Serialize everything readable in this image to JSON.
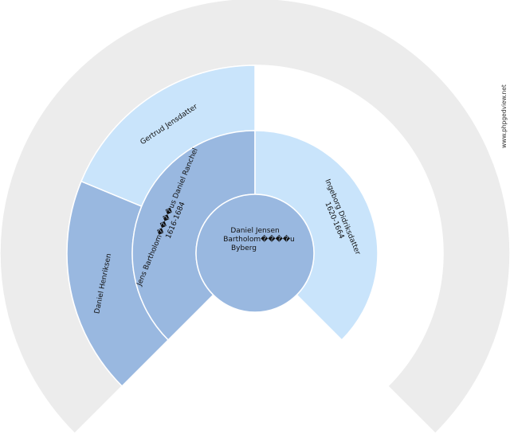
{
  "colors": {
    "outer_ring": "#ececec",
    "generation_1": "#99b8e0",
    "father_line": "#99b8e0",
    "mother_line": "#c9e4fb",
    "center": "#99b8e0",
    "separator": "#ffffff"
  },
  "center_person": {
    "lines": [
      "Daniel Jensen",
      "Bartholom����u",
      "Byberg"
    ]
  },
  "father": {
    "lines": [
      "Jens Bartholom����us Daniel Ranchel",
      "1616-1684"
    ]
  },
  "mother": {
    "lines": [
      "Ingeborg Didriksdatter",
      "1620-1664"
    ]
  },
  "paternal_grandfather": {
    "lines": [
      "Daniel Henriksen"
    ]
  },
  "paternal_grandmother": {
    "lines": [
      "Gertrud Jensdatter"
    ]
  },
  "watermark": "www.phpgedview.net"
}
